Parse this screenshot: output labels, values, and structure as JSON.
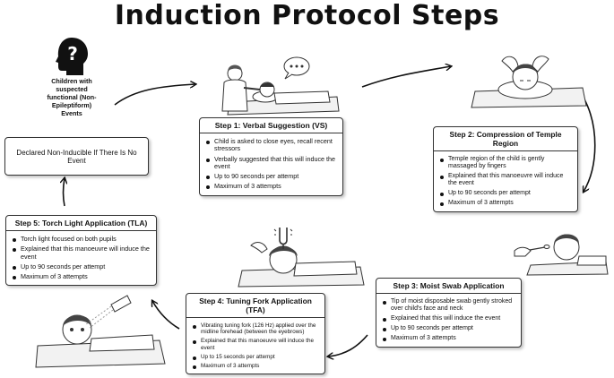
{
  "title": "Induction Protocol Steps",
  "start": {
    "label": "Children with suspected functional (Non-Epileptiform) Events",
    "icon": "question-head-icon"
  },
  "declared": "Declared Non-Inducible If There Is No Event",
  "steps": [
    {
      "title": "Step 1: Verbal Suggestion (VS)",
      "items": [
        "Child is asked to close eyes, recall recent stressors",
        "Verbally suggested that this will induce the event",
        "Up to 90 seconds per attempt",
        "Maximum of 3 attempts"
      ]
    },
    {
      "title": "Step 2: Compression of Temple Region",
      "items": [
        "Temple region of the child is gently massaged by fingers",
        "Explained that this manoeuvre will induce the event",
        "Up to 90 seconds per attempt",
        "Maximum of 3 attempts"
      ]
    },
    {
      "title": "Step 3: Moist Swab Application",
      "items": [
        "Tip of moist disposable swab gently stroked over child's face and neck",
        "Explained that this will induce the event",
        "Up to 90 seconds per attempt",
        "Maximum of 3 attempts"
      ]
    },
    {
      "title": "Step 4: Tuning Fork Application (TFA)",
      "items": [
        "Vibrating tuning fork (126 Hz) applied over the midline forehead (between the eyebrows)",
        "Explained that this manoeuvre will induce the event",
        "Up to 15 seconds per attempt",
        "Maximum of 3 attempts"
      ]
    },
    {
      "title": "Step 5: Torch Light Application (TLA)",
      "items": [
        "Torch light focused on both pupils",
        "Explained that this manoeuvre will induce the event",
        "Up to 90 seconds per attempt",
        "Maximum of 3 attempts"
      ]
    }
  ]
}
